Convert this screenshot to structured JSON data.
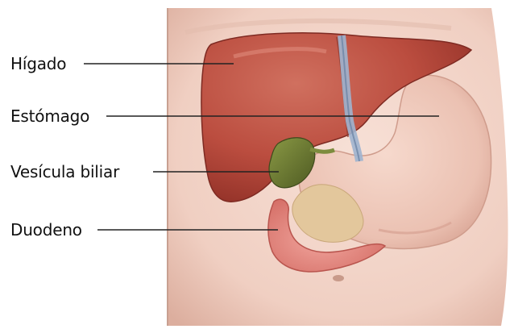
{
  "labels": {
    "liver": "Hígado",
    "stomach": "Estómago",
    "gallbladder": "Vesícula biliar",
    "duodenum": "Duodeno"
  },
  "colors": {
    "background": "#ffffff",
    "skin": "#f1d2c6",
    "skin_shadow": "#dcae9e",
    "liver": "#b94a3d",
    "liver_dark": "#8f2f26",
    "liver_light": "#d26f5f",
    "stomach": "#ecc3b5",
    "stomach_shadow": "#d9a596",
    "gallbladder": "#6a7a34",
    "duct": "#9fb4cf",
    "pancreas": "#e3c79c",
    "duodenum": "#e58f88",
    "leader_line": "#222222"
  }
}
